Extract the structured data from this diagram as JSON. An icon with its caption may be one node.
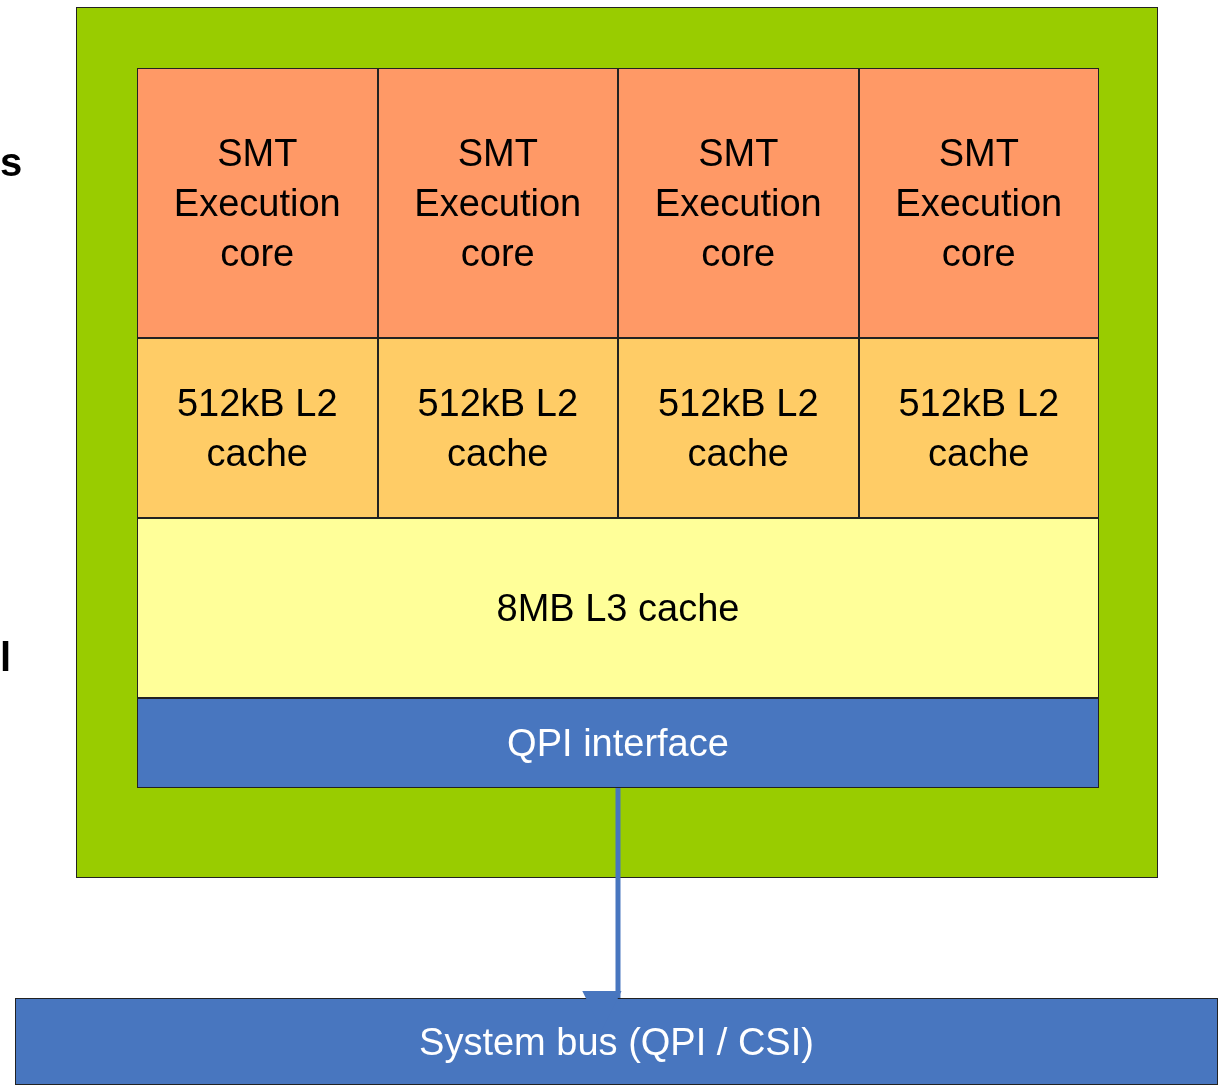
{
  "diagram": {
    "nodes": [
      {
        "text": [],
        "shape": "box"
      },
      {
        "text": [
          "SMT Execution core"
        ],
        "in": 0
      },
      {
        "text": [
          "SMT Execution core"
        ],
        "in": 0
      },
      {
        "text": [
          "SMT Execution core"
        ],
        "in": 0
      },
      {
        "text": [
          "SMT Execution core"
        ],
        "in": 0
      },
      {
        "text": [
          "512kB L2 cache"
        ],
        "in": 0
      },
      {
        "text": [
          "512kB L2 cache"
        ],
        "in": 0
      },
      {
        "text": [
          "512kB L2 cache"
        ],
        "in": 0
      },
      {
        "text": [
          "512kB L2 cache"
        ],
        "in": 0
      },
      {
        "text": [
          "8MB L3 cache"
        ],
        "in": 0
      },
      {
        "text": [
          "QPI interface"
        ],
        "in": 0
      },
      {
        "text": [
          "System bus (QPI / CSI)"
        ]
      }
    ],
    "edges": [
      {
        "from": 10,
        "to": 11,
        "arrow": "to"
      }
    ],
    "labels": [
      "s",
      "l"
    ]
  }
}
